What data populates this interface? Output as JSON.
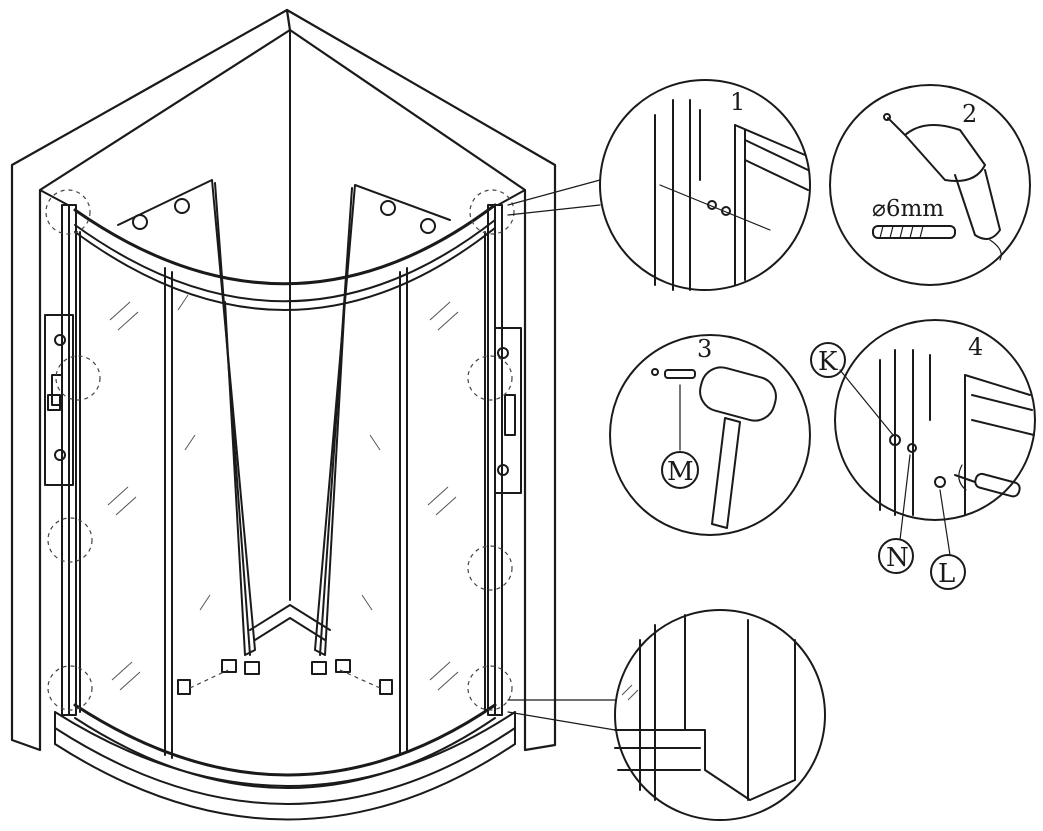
{
  "steps": [
    {
      "number": "1"
    },
    {
      "number": "2",
      "spec": "⌀6mm"
    },
    {
      "number": "3",
      "part": "M"
    },
    {
      "number": "4",
      "parts": [
        "K",
        "N",
        "L"
      ]
    }
  ]
}
